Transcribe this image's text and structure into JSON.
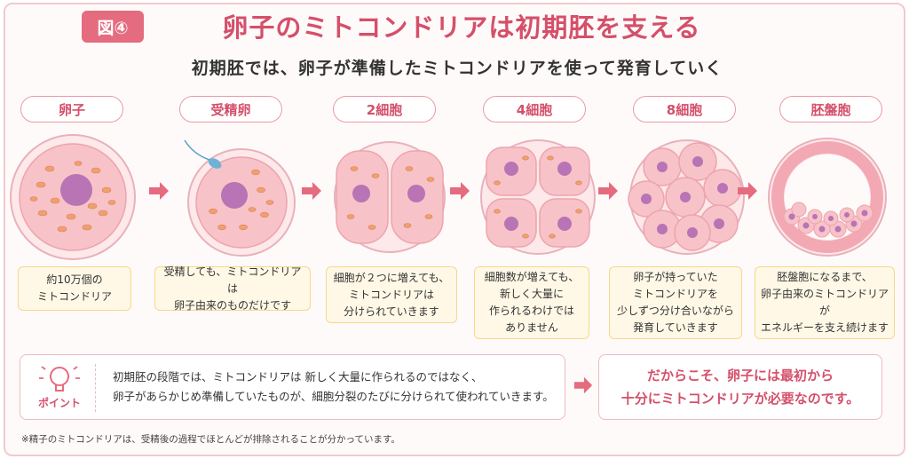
{
  "badge": "図④",
  "title": "卵子のミトコンドリアは初期胚を支える",
  "subtitle": "初期胚では、卵子が準備したミトコンドリアを使って発育していく",
  "stages": [
    {
      "label": "卵子",
      "note": "約10万個の\nミトコンドリア"
    },
    {
      "label": "受精卵",
      "note": "受精しても、ミトコンドリアは\n卵子由来のものだけです"
    },
    {
      "label": "2細胞",
      "note": "細胞が２つに増えても、\nミトコンドリアは\n分けられていきます"
    },
    {
      "label": "4細胞",
      "note": "細胞数が増えても、\n新しく大量に\n作られるわけでは\nありません"
    },
    {
      "label": "8細胞",
      "note": "卵子が持っていた\nミトコンドリアを\n少しずつ分け合いながら\n発育していきます"
    },
    {
      "label": "胚盤胞",
      "note": "胚盤胞になるまで、\n卵子由来のミトコンドリアが\nエネルギーを支え続けます"
    }
  ],
  "point": {
    "label": "ポイント",
    "text": "初期胚の段階では、ミトコンドリアは 新しく大量に作られるのではなく、\n卵子があらかじめ準備していたものが、細胞分裂のたびに分けられて使われていきます。"
  },
  "conclusion": "だからこそ、卵子には最初から\n十分にミトコンドリアが必要なのです。",
  "footnote": "※精子のミトコンドリアは、受精後の過程でほとんどが排除されることが分かっています。",
  "colors": {
    "accent": "#d4506a",
    "cell": "#f7c3c8",
    "nucleus": "#b874b4",
    "mito": "#f0a070"
  }
}
